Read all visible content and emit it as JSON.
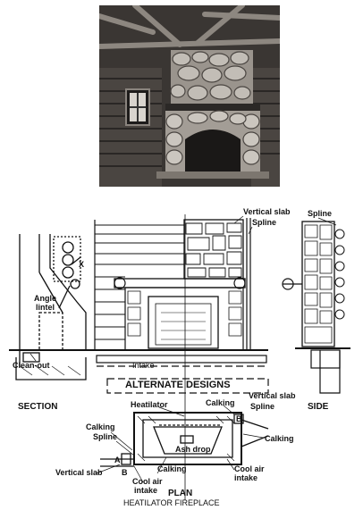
{
  "photo": {
    "subject": "log-cabin-stone-fireplace-photo"
  },
  "labels": {
    "vertical_slab_top": "Vertical slab",
    "spline_top": "Spline",
    "spline_side": "Spline",
    "x_mark": "X",
    "angle_lintel_1": "Angle",
    "angle_lintel_2": "lintel",
    "clean_out": "Clean-out",
    "intake": "Intake",
    "alternate_designs": "ALTERNATE DESIGNS",
    "section": "SECTION",
    "side": "SIDE",
    "heatilator": "Heatilator",
    "calking_top": "Calking",
    "vertical_slab_plan": "Vertical slab",
    "spline_plan_right": "Spline",
    "calking_right": "Calking",
    "calking_left": "Calking",
    "spline_left": "Spline",
    "ash_drop": "Ash drop",
    "vertical_slab_bottom": "Vertical slab",
    "mark_a": "A",
    "mark_b_bottom": "B",
    "mark_b_top": "B",
    "calking_bottom": "Calking",
    "cool_air_left_1": "Cool air",
    "cool_air_left_2": "intake",
    "cool_air_right_1": "Cool air",
    "cool_air_right_2": "intake",
    "plan": "PLAN",
    "caption": "HEATILATOR FIREPLACE"
  },
  "colors": {
    "ink": "#111111",
    "photo_dark": "#2a2725",
    "photo_mid": "#6b6661",
    "photo_light": "#b9b4ad"
  }
}
